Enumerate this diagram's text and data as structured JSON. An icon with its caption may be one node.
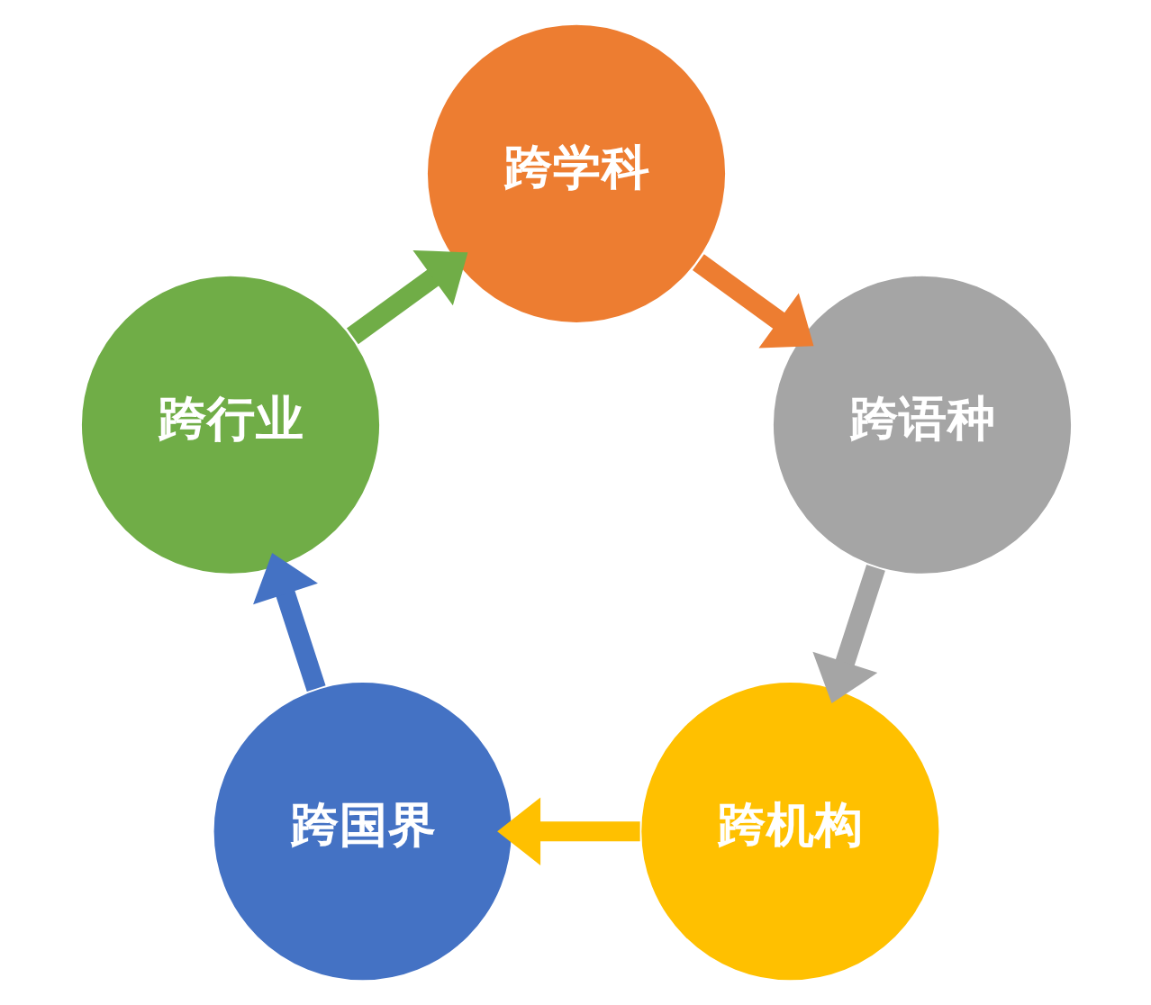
{
  "diagram": {
    "nodes": [
      {
        "text": [
          "跨学科"
        ]
      },
      {
        "text": [
          "跨语种"
        ]
      },
      {
        "text": [
          "跨机构"
        ]
      },
      {
        "text": [
          "跨国界"
        ]
      },
      {
        "text": [
          "跨行业"
        ]
      }
    ],
    "edges": [
      {
        "from": 0,
        "to": 1,
        "arrow": "to",
        "color": "#ed7d31"
      },
      {
        "from": 1,
        "to": 2,
        "arrow": "to",
        "color": "#a5a5a5"
      },
      {
        "from": 2,
        "to": 3,
        "arrow": "to",
        "color": "#ffc000"
      },
      {
        "from": 3,
        "to": 4,
        "arrow": "to",
        "color": "#4472c4"
      },
      {
        "from": 4,
        "to": 0,
        "arrow": "to",
        "color": "#70ad47"
      }
    ]
  }
}
